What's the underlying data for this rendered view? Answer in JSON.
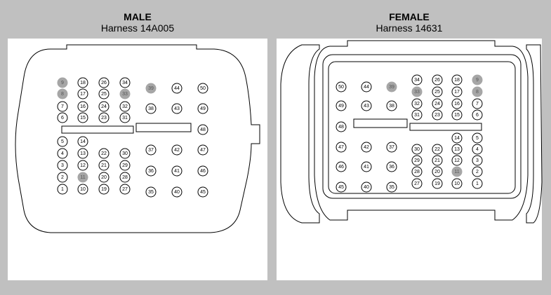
{
  "male": {
    "title": "MALE",
    "subtitle": "Harness  14A005",
    "highlighted": [
      "9",
      "8",
      "33",
      "39",
      "11"
    ],
    "pins": [
      "1",
      "2",
      "3",
      "4",
      "5",
      "6",
      "7",
      "8",
      "9",
      "10",
      "11",
      "12",
      "13",
      "14",
      "15",
      "16",
      "17",
      "18",
      "19",
      "20",
      "21",
      "22",
      "23",
      "24",
      "25",
      "26",
      "27",
      "28",
      "29",
      "30",
      "31",
      "32",
      "33",
      "34",
      "35",
      "36",
      "37",
      "38",
      "39",
      "40",
      "41",
      "42",
      "43",
      "44",
      "45",
      "46",
      "47",
      "48",
      "49",
      "50"
    ]
  },
  "female": {
    "title": "FEMALE",
    "subtitle": "Harness  14631",
    "highlighted": [
      "9",
      "8",
      "33",
      "39",
      "11"
    ],
    "pins": [
      "1",
      "2",
      "3",
      "4",
      "5",
      "6",
      "7",
      "8",
      "9",
      "10",
      "11",
      "12",
      "13",
      "14",
      "15",
      "16",
      "17",
      "18",
      "19",
      "20",
      "21",
      "22",
      "23",
      "24",
      "25",
      "26",
      "27",
      "28",
      "29",
      "30",
      "31",
      "32",
      "33",
      "34",
      "35",
      "36",
      "37",
      "38",
      "39",
      "40",
      "41",
      "42",
      "43",
      "44",
      "45",
      "46",
      "47",
      "48",
      "49",
      "50"
    ]
  },
  "colors": {
    "background": "#c0c0c0",
    "panel": "#ffffff",
    "highlight": "#a6a6a6",
    "line": "#000000"
  }
}
